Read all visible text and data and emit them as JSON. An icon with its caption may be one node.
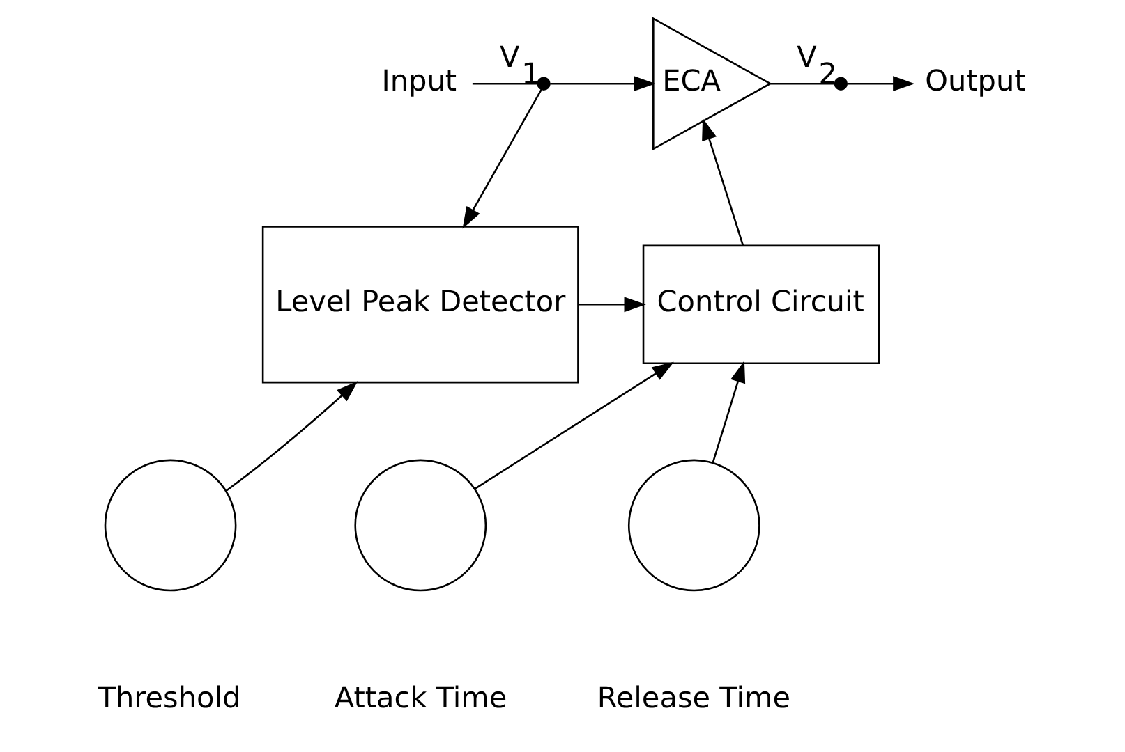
{
  "diagram": {
    "nodes": [
      {
        "text": [
          "Input"
        ]
      },
      {
        "text": [],
        "shape": "dot",
        "beside": [
          "V$_{1}$"
        ]
      },
      {
        "text": [
          "ECA"
        ]
      },
      {
        "text": [],
        "shape": "dot",
        "beside": [
          "V$_{2}$"
        ]
      },
      {
        "text": [
          "Output"
        ]
      },
      {
        "text": [
          "Level Peak Detector"
        ]
      },
      {
        "text": [
          "Control Circuit"
        ]
      },
      {
        "text": [],
        "shape": "circle",
        "beside": [
          "Threshold"
        ]
      },
      {
        "text": [],
        "shape": "circle",
        "beside": [
          "Attack Time"
        ]
      },
      {
        "text": [],
        "shape": "circle",
        "beside": [
          "Release Time"
        ]
      }
    ],
    "edges": [
      {
        "from": 0,
        "to": 1,
        "arrow": "none"
      },
      {
        "from": 1,
        "to": 2,
        "arrow": "to"
      },
      {
        "from": 1,
        "to": 5,
        "arrow": "to"
      },
      {
        "from": 2,
        "to": 3,
        "arrow": "none"
      },
      {
        "from": 3,
        "to": 4,
        "arrow": "to"
      },
      {
        "from": 5,
        "to": 6,
        "arrow": "to"
      },
      {
        "from": 6,
        "to": 2,
        "arrow": "to"
      },
      {
        "from": 7,
        "to": 5,
        "arrow": "to"
      },
      {
        "from": 8,
        "to": 6,
        "arrow": "to"
      },
      {
        "from": 9,
        "to": 6,
        "arrow": "to"
      }
    ]
  }
}
